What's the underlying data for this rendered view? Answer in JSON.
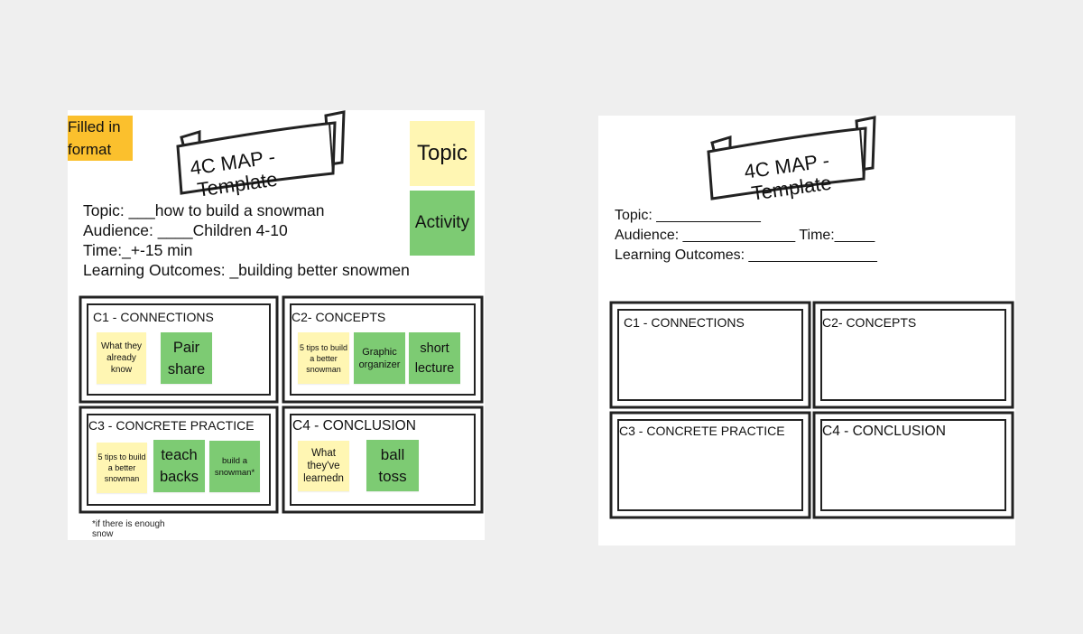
{
  "colors": {
    "background": "#efefef",
    "frame": "#ffffff",
    "yellow_sticky": "#fff6b3",
    "green_sticky": "#7dcb73",
    "tag": "#fbc02d"
  },
  "left": {
    "tag_line1": "Filled in",
    "tag_line2": "format",
    "ribbon_line1": "4C MAP -",
    "ribbon_line2": "Template",
    "legend_topic": "Topic",
    "legend_activity": "Activity",
    "topic": "Topic: ___how to build a snowman",
    "audience": "Audience: ____Children 4-10",
    "time": "Time:_+-15 min",
    "outcomes": "Learning Outcomes: _building better snowmen",
    "c1": {
      "title": "C1 - CONNECTIONS",
      "notes": [
        {
          "color": "yellow",
          "text": "What they already know"
        },
        {
          "color": "green",
          "text": "Pair share"
        }
      ]
    },
    "c2": {
      "title": "C2- CONCEPTS",
      "notes": [
        {
          "color": "yellow",
          "text": "5 tips to build a better snowman"
        },
        {
          "color": "green",
          "text": "Graphic organizer"
        },
        {
          "color": "green",
          "text": "short lecture"
        }
      ]
    },
    "c3": {
      "title": "C3 - CONCRETE PRACTICE",
      "notes": [
        {
          "color": "yellow",
          "text": "5 tips to build a better snowman"
        },
        {
          "color": "green",
          "text": "teach backs"
        },
        {
          "color": "green",
          "text": "build a snowman*"
        }
      ]
    },
    "c4": {
      "title": "C4 - CONCLUSION",
      "notes": [
        {
          "color": "yellow",
          "text": "What they've learnedn"
        },
        {
          "color": "green",
          "text": "ball toss"
        }
      ]
    },
    "footnote_line1": "*if there is enough",
    "footnote_line2": "snow"
  },
  "right": {
    "ribbon_line1": "4C MAP -",
    "ribbon_line2": "Template",
    "topic": "Topic: _____________",
    "audience": "Audience: ______________  Time:_____",
    "outcomes": "Learning Outcomes: ________________",
    "c1_title": "C1 - CONNECTIONS",
    "c2_title": "C2- CONCEPTS",
    "c3_title": "C3 - CONCRETE PRACTICE",
    "c4_title": "C4 - CONCLUSION"
  }
}
